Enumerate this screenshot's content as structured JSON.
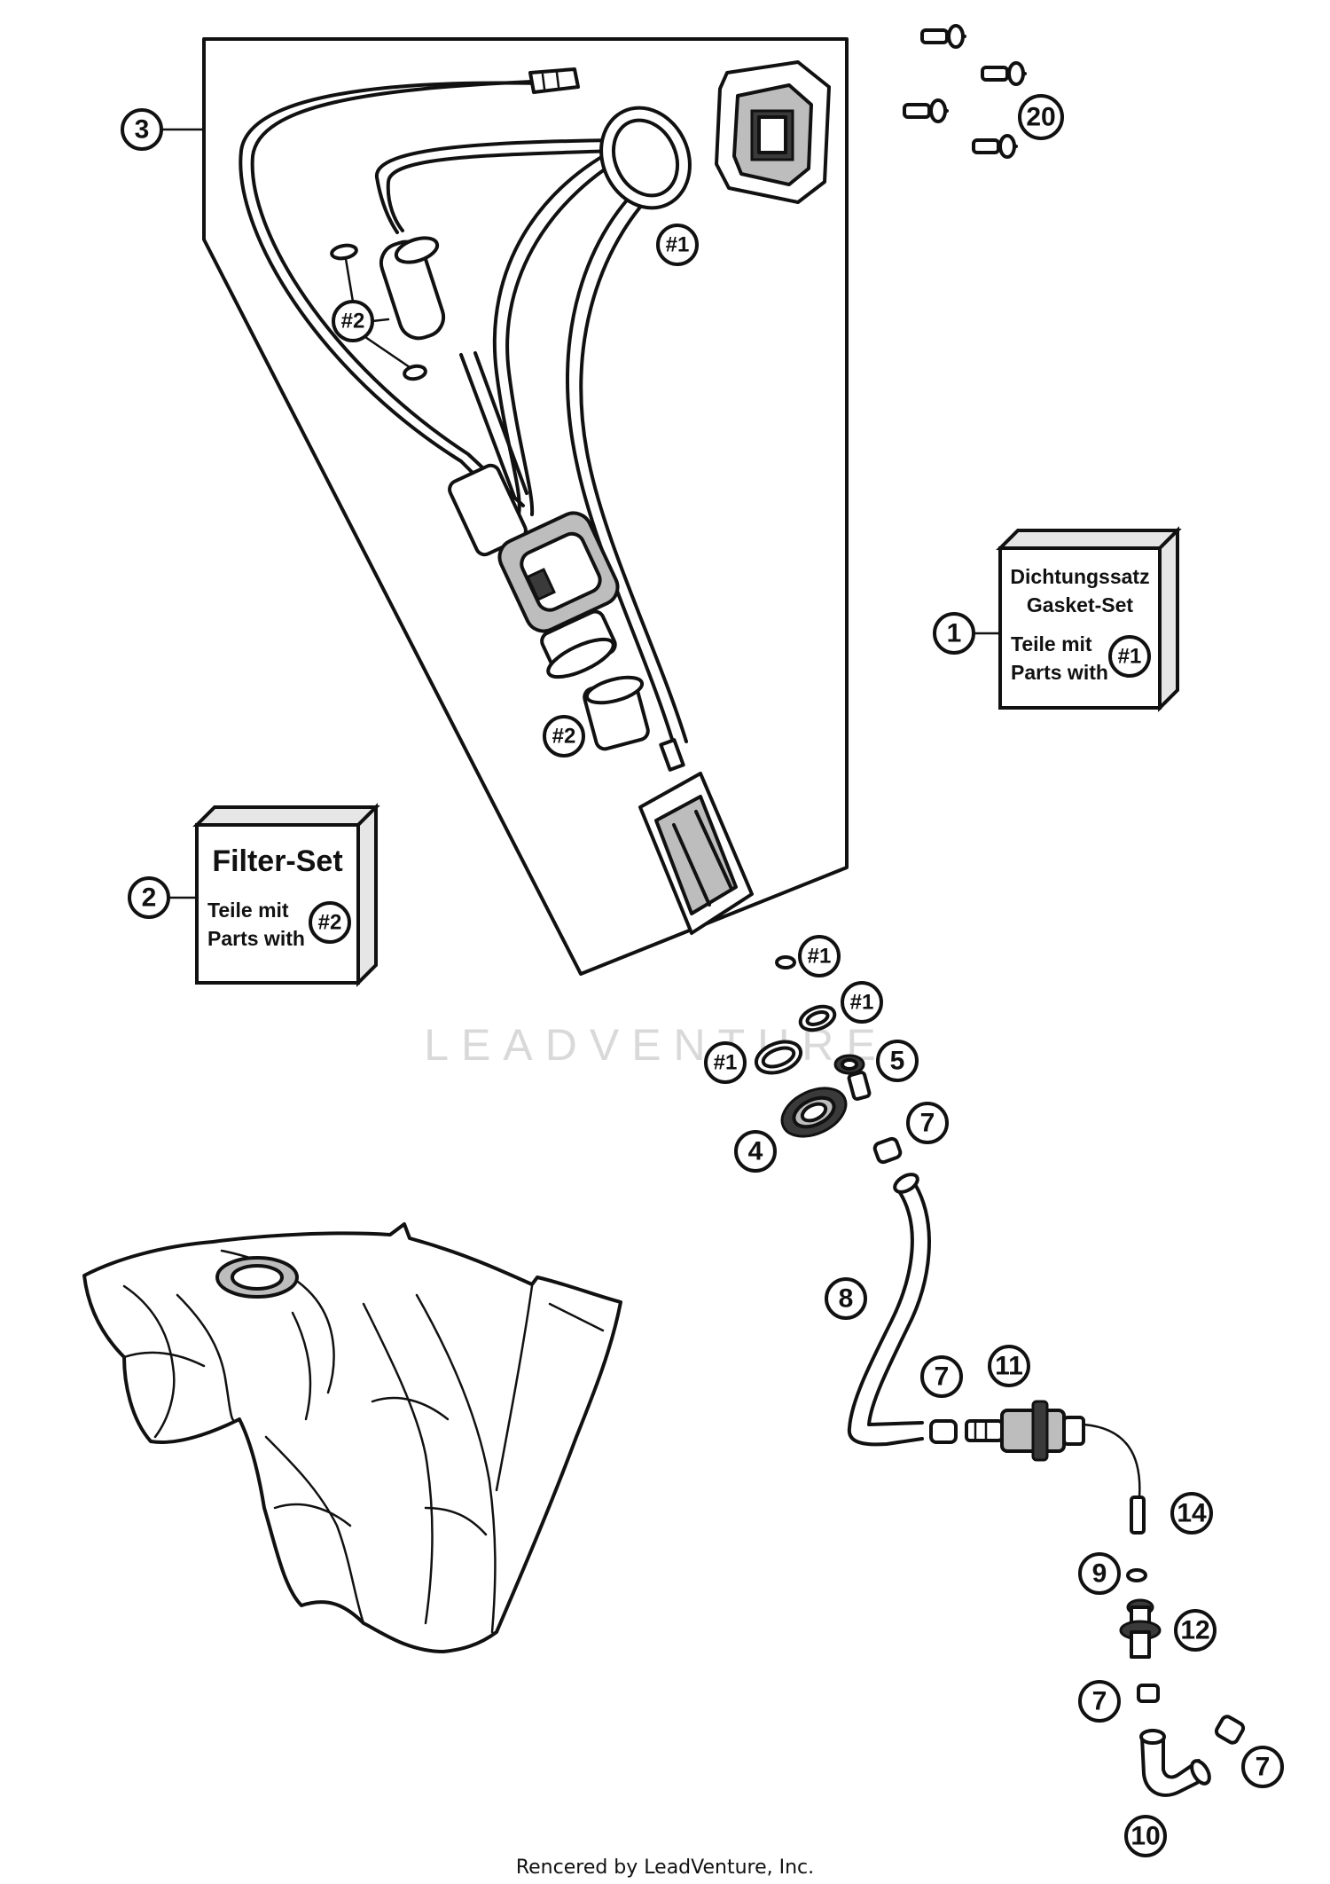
{
  "callouts": {
    "c1": "1",
    "c2": "2",
    "c3": "3",
    "c4": "4",
    "c5": "5",
    "c7a": "7",
    "c7b": "7",
    "c7c": "7",
    "c7d": "7",
    "c8": "8",
    "c9": "9",
    "c10": "10",
    "c11": "11",
    "c12": "12",
    "c14": "14",
    "c20": "20",
    "m1_seal": "#1",
    "m1_a": "#1",
    "m1_b": "#1",
    "m1_c": "#1",
    "m2_filter": "#2",
    "m2_strainer": "#2"
  },
  "gasket_box": {
    "line1": "Dichtungssatz",
    "line2": "Gasket-Set",
    "line3": "Teile mit",
    "line4": "Parts with",
    "marker": "#1"
  },
  "filter_box": {
    "title": "Filter-Set",
    "line1": "Teile mit",
    "line2": "Parts with",
    "marker": "#2"
  },
  "watermark": "LEADVENTURE",
  "footer": "Rencered by LeadVenture, Inc."
}
